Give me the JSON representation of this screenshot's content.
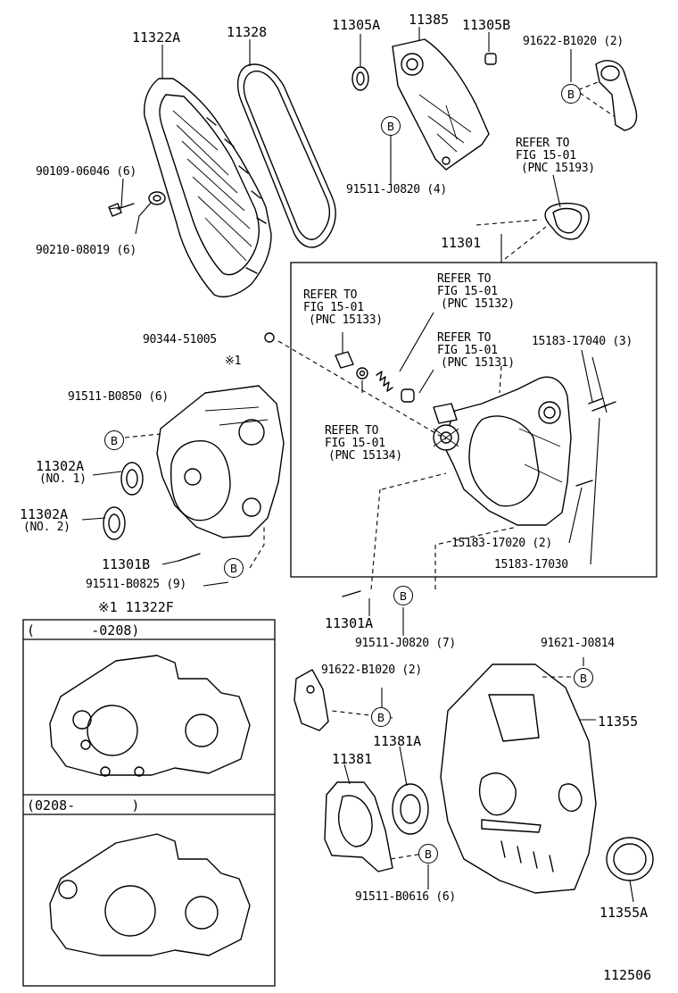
{
  "diagram_id": "112506",
  "parts": {
    "p11322A": "11322A",
    "p11328": "11328",
    "p11305A": "11305A",
    "p11385": "11385",
    "p11305B": "11305B",
    "p91622B1020_top": "91622-B1020 (2)",
    "p90109": "90109-06046 (6)",
    "p90210": "90210-08019 (6)",
    "p91511J0820_4": "91511-J0820 (4)",
    "ref_15193": [
      "REFER TO",
      "FIG 15-01",
      "(PNC 15193)"
    ],
    "p11301": "11301",
    "ref_15132": [
      "REFER TO",
      "FIG 15-01",
      "(PNC 15132)"
    ],
    "ref_15133": [
      "REFER TO",
      "FIG 15-01",
      "(PNC 15133)"
    ],
    "ref_15131": [
      "REFER TO",
      "FIG 15-01",
      "(PNC 15131)"
    ],
    "p90344": "90344-51005",
    "p15183_17040": "15183-17040 (3)",
    "mark1": "※1",
    "p91511B0850": "91511-B0850 (6)",
    "ref_15134": [
      "REFER TO",
      "FIG 15-01",
      "(PNC 15134)"
    ],
    "p11302A_1": [
      "11302A",
      "(NO. 1)"
    ],
    "p11302A_2": [
      "11302A",
      "(NO. 2)"
    ],
    "p11301B": "11301B",
    "p91511B0825": "91511-B0825 (9)",
    "p15183_17020": "15183-17020 (2)",
    "p15183_17030": "15183-17030",
    "p11322F": "※1 11322F",
    "p11301A": "11301A",
    "p91511J0820_7": "91511-J0820 (7)",
    "p91621J0814": "91621-J0814",
    "p91622B1020_mid": "91622-B1020 (2)",
    "p11355": "11355",
    "p11381A": "11381A",
    "p11381": "11381",
    "p91511B0616": "91511-B0616 (6)",
    "p11355A": "11355A",
    "range_1": "(       -0208)",
    "range_2": "(0208-       )"
  },
  "bolt_letter": "B"
}
